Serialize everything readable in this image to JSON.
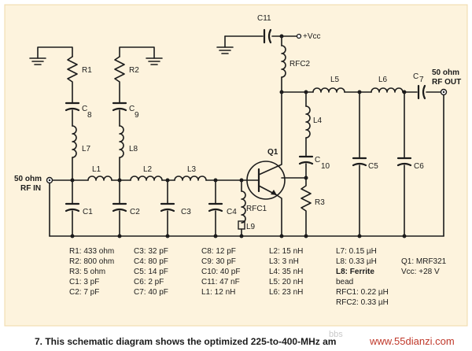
{
  "labels": {
    "C11": "C11",
    "vcc": "+Vcc",
    "RFC2": "RFC2",
    "R1": "R1",
    "R2": "R2",
    "C8": "C",
    "C8_sub": "8",
    "C9": "C",
    "C9_sub": "9",
    "L7": "L7",
    "L8": "L8",
    "Q1": "Q1",
    "L1": "L1",
    "L2": "L2",
    "L3": "L3",
    "L4": "L4",
    "L5": "L5",
    "L6": "L6",
    "C7": "C",
    "C7_sub": "7",
    "C10": "C",
    "C10_sub": "10",
    "C5": "C5",
    "C6": "C6",
    "C1": "C1",
    "C2": "C2",
    "C3": "C3",
    "C4": "C4",
    "RFC1": "RFC1",
    "L9": "L9",
    "R3": "R3",
    "rf_in_1": "50 ohm",
    "rf_in_2": "RF IN",
    "rf_out_1": "50 ohm",
    "rf_out_2": "RF OUT"
  },
  "parts_list": {
    "col1": [
      "R1: 433 ohm",
      "R2: 800 ohm",
      "R3: 5 ohm",
      "C1: 3 pF",
      "C2: 7 pF"
    ],
    "col2": [
      "C3: 32 pF",
      "C4: 80 pF",
      "C5: 14 pF",
      "C6: 2 pF",
      "C7: 40 pF"
    ],
    "col3": [
      "C8: 12 pF",
      "C9: 30 pF",
      "C10: 40 pF",
      "C11: 47 nF",
      "L1: 12 nH"
    ],
    "col4": [
      "L2: 15 nH",
      "L3: 3 nH",
      "L4: 35 nH",
      "L5: 20 nH",
      "L6: 23 nH"
    ],
    "col5": [
      "L7: 0.15 µH",
      "L8: 0.33 µH",
      "L8: Ferrite",
      "bead",
      "RFC1: 0.22 µH",
      "RFC2: 0.33 µH"
    ],
    "col6": [
      "Q1: MRF321",
      "Vcc: +28 V"
    ]
  },
  "caption": "7. This schematic diagram shows the optimized 225-to-400-MHz am",
  "watermark": {
    "left": "bbs",
    "right": "www.55dianzi.com"
  },
  "colors": {
    "panel_bg": "#fdf3dd",
    "wire": "#1c1c1c",
    "watermark": "#c0392b"
  }
}
